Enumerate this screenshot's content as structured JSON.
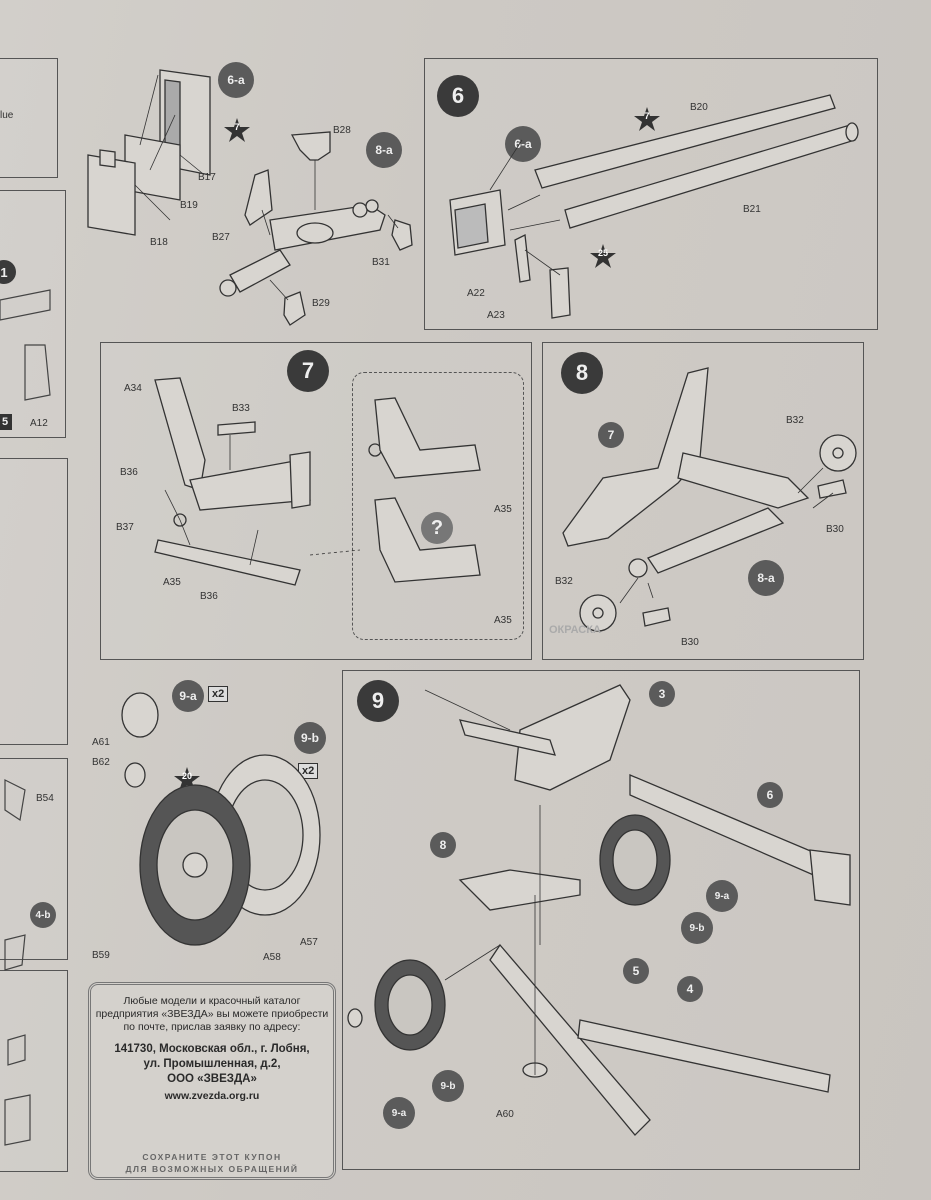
{
  "left_strip": {
    "text_top": "lue",
    "step_badge": "1",
    "small_badge": "5",
    "part_a12": "A12",
    "part_b54": "B54",
    "sub_4b": "4-b"
  },
  "steps": {
    "s6a": {
      "sub_label": "6-a",
      "star": "7",
      "parts": [
        "B17",
        "B19",
        "B18"
      ]
    },
    "s8a": {
      "sub_label": "8-a",
      "parts": [
        "B28",
        "B27",
        "B31",
        "B29"
      ]
    },
    "s6": {
      "number": "6",
      "sub_label": "6-a",
      "star_top": "7",
      "star_bottom": "25",
      "parts": [
        "B20",
        "B21",
        "A22",
        "A23"
      ]
    },
    "s7": {
      "number": "7",
      "question": "?",
      "parts": [
        "A34",
        "B33",
        "B36",
        "B37",
        "A35",
        "B36"
      ],
      "detail_parts": [
        "A35",
        "A35"
      ]
    },
    "s8": {
      "number": "8",
      "ref_7": "7",
      "sub_label": "8-a",
      "parts": [
        "B32",
        "B30",
        "B32",
        "B30"
      ]
    },
    "s9a": {
      "sub_label": "9-a",
      "multiplier": "x2",
      "parts": [
        "A61",
        "B62"
      ]
    },
    "s9b": {
      "sub_label": "9-b",
      "multiplier": "x2",
      "star": "20",
      "parts": [
        "B59",
        "A58",
        "A57"
      ]
    },
    "s9": {
      "number": "9",
      "refs": [
        "3",
        "6",
        "8",
        "9-a",
        "9-b",
        "5",
        "4",
        "9-b",
        "9-a"
      ],
      "part_a60": "A60"
    }
  },
  "coupon": {
    "line1": "Любые модели и красочный каталог",
    "line2": "предприятия «ЗВЕЗДА» вы можете приобрести",
    "line3": "по почте, прислав заявку по адресу:",
    "addr1": "141730, Московская обл., г. Лобня,",
    "addr2": "ул. Промышленная, д.2,",
    "addr3": "ООО «ЗВЕЗДА»",
    "site": "www.zvezda.org.ru",
    "stamp1": "СОХРАНИТЕ ЭТОТ КУПОН",
    "stamp2": "ДЛЯ ВОЗМОЖНЫХ ОБРАЩЕНИЙ"
  },
  "background_text": "ОКРАСКА"
}
